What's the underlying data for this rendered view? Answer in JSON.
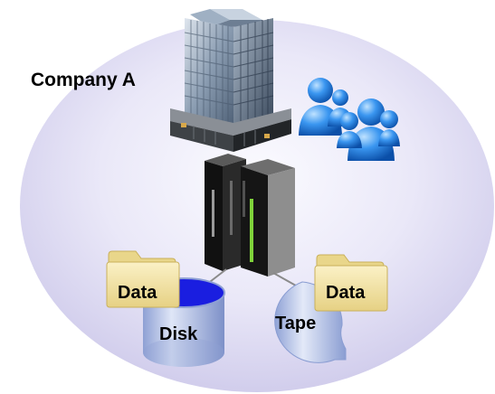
{
  "company_label": "Company A",
  "disk_folder_label": "Data",
  "disk_label": "Disk",
  "tape_folder_label": "Data",
  "tape_label": "Tape",
  "colors": {
    "ellipse_inner": "#f7f6fd",
    "ellipse_outer": "#cfccec",
    "disk_top": "#1a1ee0",
    "disk_body": "#b9c6e6",
    "tape_body": "#c2cee9",
    "server_dark": "#141414",
    "server_gray": "#8a8a8a",
    "server_green": "#7fd33a",
    "folder_tan": "#f3e4a0",
    "people_blue": "#2f8ff0"
  },
  "icons": [
    "office-building-icon",
    "people-group-icon",
    "server-tower-icon",
    "folder-icon",
    "disk-cylinder-icon",
    "tape-reel-icon"
  ]
}
